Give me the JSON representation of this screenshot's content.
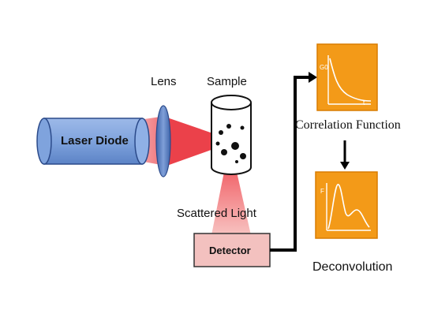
{
  "labels": {
    "laser_diode": "Laser Diode",
    "lens": "Lens",
    "sample": "Sample",
    "scattered_light": "Scattered Light",
    "detector": "Detector",
    "correlation_function": "Correlation Function",
    "deconvolution": "Deconvolution"
  },
  "plot_labels": {
    "correlation_y": "G0",
    "correlation_x": "t",
    "deconvolution_y": "F"
  },
  "colors": {
    "laser_body": "#7fa3dd",
    "laser_outline": "#2b4a8a",
    "beam": "#e8202a",
    "lens": "#5a7fc4",
    "panel_fill": "#f39a18",
    "panel_border": "#d97c00",
    "detector_fill": "#f3c1bf",
    "arrow": "#000000"
  }
}
